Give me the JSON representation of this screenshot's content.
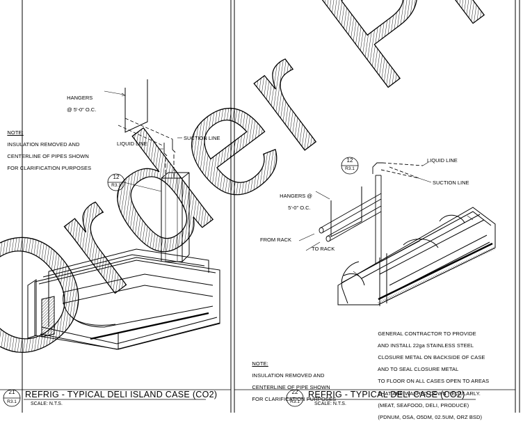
{
  "watermark": {
    "text": "Order Plan"
  },
  "left_detail": {
    "note_heading": "NOTE:",
    "note_lines": [
      "INSULATION REMOVED AND",
      "CENTERLINE OF PIPES SHOWN",
      "FOR CLARIFICATION PURPOSES"
    ],
    "hangers_label": [
      "HANGERS",
      "@ 5'-0\" O.C."
    ],
    "liquid_line": "LIQUID LINE",
    "suction_line": "SUCTION LINE",
    "callout_number": "12",
    "callout_sheet": "R3.1",
    "title_number": "21",
    "title_sheet": "R3.1",
    "title": "REFRIG - TYPICAL DELI ISLAND CASE (CO2)",
    "scale": "SCALE: N.T.S."
  },
  "right_detail": {
    "callout_number": "12",
    "callout_sheet": "R3.1",
    "liquid_line": "LIQUID LINE",
    "suction_line": "SUCTION LINE",
    "hangers_label": [
      "HANGERS @",
      "5'-0\" O.C."
    ],
    "from_rack": "FROM RACK",
    "to_rack": "TO RACK",
    "general_note": [
      "GENERAL CONTRACTOR TO PROVIDE",
      "AND INSTALL 22ga STAINLESS STEEL",
      "CLOSURE METAL ON BACKSIDE OF CASE",
      "AND TO SEAL CLOSURE METAL",
      "TO FLOOR ON ALL CASES OPEN TO AREAS",
      "THAT ARE WASHED DOWN REGULARLY.",
      "(MEAT, SEAFOOD, DELI, PRODUCE)",
      "(PDNUM, OSA, O5DM, 02.5UM, ORZ BSD)"
    ],
    "note_heading": "NOTE:",
    "note_lines": [
      "INSULATION REMOVED AND",
      "CENTERLINE OF PIPE SHOWN",
      "FOR CLARIFICATION PURPOSES"
    ],
    "title_number": "22",
    "title_sheet": "R3.1",
    "title": "REFRIG - TYPICAL DELI CASE (CO2)",
    "scale": "SCALE: N.T.S."
  }
}
